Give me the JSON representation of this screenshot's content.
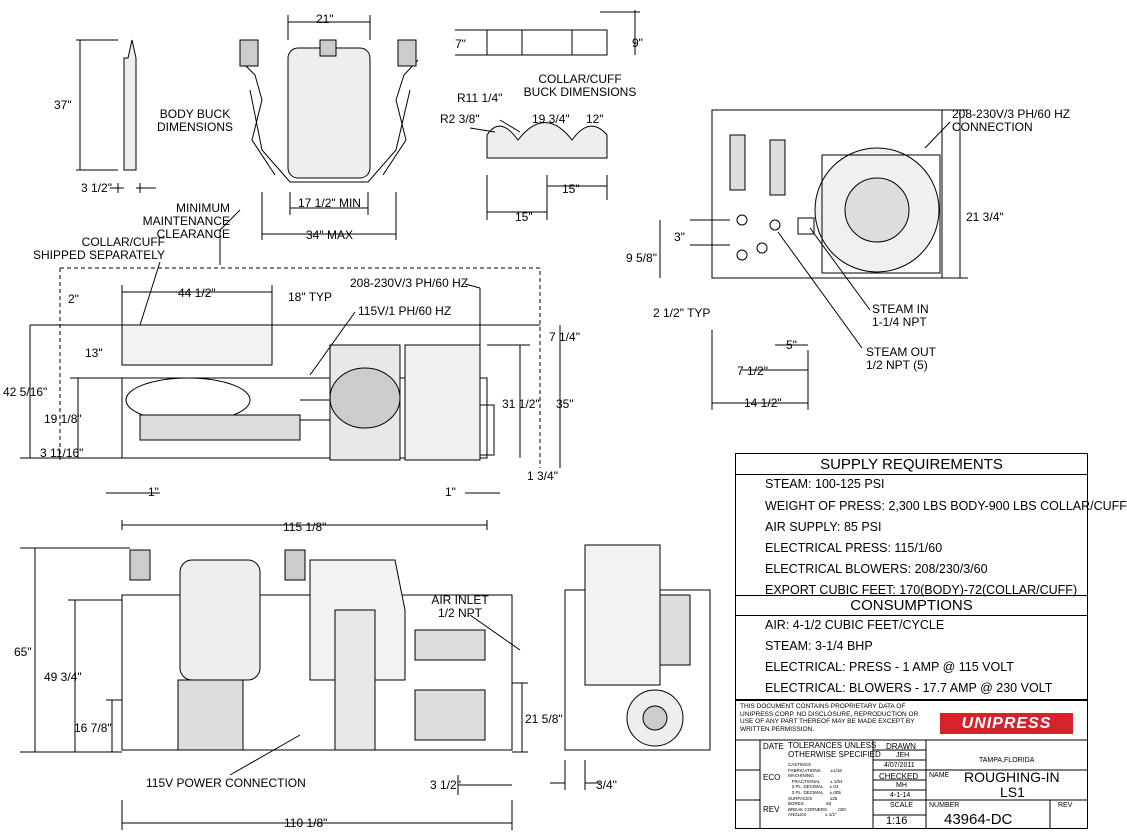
{
  "views": {
    "body_buck": {
      "label": "BODY BUCK\nDIMENSIONS",
      "height": "37\"",
      "top_width": "21\"",
      "depth": "3 1/2\"",
      "min": "17 1/2\" MIN",
      "max": "34\" MAX",
      "clearance_label": "MINIMUM MAINTENANCE\nCLEARANCE"
    },
    "collar_cuff": {
      "label": "COLLAR/CUFF\nBUCK DIMENSIONS",
      "h1": "7\"",
      "h2": "9\"",
      "r_large": "R11 1/4\"",
      "r_small": "R2 3/8\"",
      "center": "19 3/4\"",
      "side": "12\"",
      "offset1": "15\"",
      "offset2": "15\""
    },
    "top_view": {
      "shipped_label": "COLLAR/CUFF\nSHIPPED SEPARATELY",
      "d_2": "2\"",
      "d_44": "44 1/2\"",
      "d_18typ": "18\" TYP",
      "power_208": "208-230V/3 PH/60 HZ",
      "power_115": "115V/1 PH/60 HZ",
      "d_13": "13\"",
      "d_42": "42 5/16\"",
      "d_19": "19 1/8\"",
      "d_3_11": "3 11/16\"",
      "d_7_14": "7 1/4\"",
      "d_31": "31 1/2\"",
      "d_35": "35\"",
      "d_1_34": "1 3/4\"",
      "d_1a": "1\"",
      "d_1b": "1\"",
      "d_115": "115 1/8\""
    },
    "side_view": {
      "connection": "208-230V/3 PH/60 HZ\nCONNECTION",
      "d_21_34": "21 3/4\"",
      "d_3": "3\"",
      "d_9_58": "9 5/8\"",
      "d_2_12typ": "2 1/2\" TYP",
      "d_5": "5\"",
      "d_7_12": "7 1/2\"",
      "d_14_12": "14 1/2\"",
      "steam_in": "STEAM IN\n1-1/4 NPT",
      "steam_out": "STEAM OUT\n1/2 NPT (5)"
    },
    "front_view": {
      "d_65": "65\"",
      "d_49": "49 3/4\"",
      "d_16": "16 7/8\"",
      "air_inlet": "AIR INLET\n1/2 NPT",
      "d_21_58": "21 5/8\"",
      "power_conn": "115V POWER CONNECTION",
      "d_3_12": "3 1/2\"",
      "d_34": "3/4\"",
      "d_110": "110 1/8\""
    }
  },
  "supply": {
    "title": "SUPPLY REQUIREMENTS",
    "rows": [
      "STEAM: 100-125 PSI",
      "WEIGHT OF PRESS: 2,300 LBS BODY-900 LBS COLLAR/CUFF",
      "AIR SUPPLY: 85 PSI",
      "ELECTRICAL PRESS: 115/1/60",
      "ELECTRICAL BLOWERS: 208/230/3/60",
      "EXPORT CUBIC FEET: 170(BODY)-72(COLLAR/CUFF)"
    ]
  },
  "consumptions": {
    "title": "CONSUMPTIONS",
    "rows": [
      "AIR: 4-1/2 CUBIC FEET/CYCLE",
      "STEAM: 3-1/4 BHP",
      "ELECTRICAL: PRESS - 1 AMP @ 115 VOLT",
      "ELECTRICAL: BLOWERS - 17.7 AMP @ 230 VOLT"
    ]
  },
  "title_block": {
    "notice": "THIS DOCUMENT CONTAINS PROPRIETARY DATA OF\nUNIPRESS CORP. NO DISCLOSURE, REPRODUCTION OR\nUSE OF ANY PART THEREOF MAY BE MADE EXCEPT BY\nWRITTEN PERMISSION.",
    "logo": "UNIPRESS",
    "location": "TAMPA,FLORIDA",
    "date_label": "DATE",
    "eco_label": "ECO",
    "rev_label": "REV",
    "tolerances": "TOLERANCES UNLESS\nOTHERWISE SPECIFIED",
    "tol_lines": "CASTINGS\nFABRICATIONS        ±1/16\nMACHINING\n   FRACTIONAL        ± 1/64\n   2 PL. DECIMAL     ±.03\n   3 PL. DECIMAL     ±.005\nSURFACES              125\nBORES                  63\nBREAK CORNERS        .020\nANGLES               ± 1/2°",
    "drawn_label": "DRAWN",
    "drawn_by": "JEH",
    "drawn_date": "4/07/2011",
    "checked_label": "CHECKED",
    "checked_by": "MH",
    "checked_date": "4-1-14",
    "scale_label": "SCALE",
    "scale": "1:16",
    "name_label": "NAME",
    "name1": "ROUGHING-IN",
    "name2": "LS1",
    "number_label": "NUMBER",
    "number": "43964-DC",
    "rev2_label": "REV"
  },
  "colors": {
    "logo": "#d6222a",
    "line": "#000000"
  }
}
